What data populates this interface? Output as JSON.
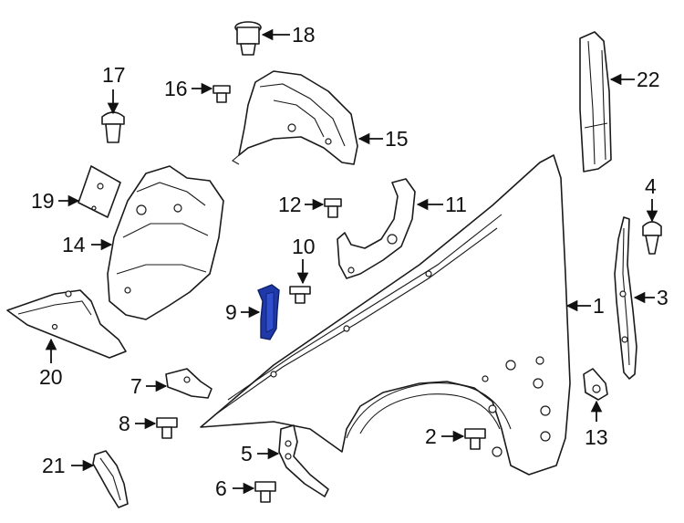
{
  "callouts": {
    "c1": "1",
    "c2": "2",
    "c3": "3",
    "c4": "4",
    "c5": "5",
    "c6": "6",
    "c7": "7",
    "c8": "8",
    "c9": "9",
    "c10": "10",
    "c11": "11",
    "c12": "12",
    "c13": "13",
    "c14": "14",
    "c15": "15",
    "c16": "16",
    "c17": "17",
    "c18": "18",
    "c19": "19",
    "c20": "20",
    "c21": "21",
    "c22": "22"
  },
  "colors": {
    "line": "#1a1a1a",
    "highlight": "#1f3aa8"
  }
}
